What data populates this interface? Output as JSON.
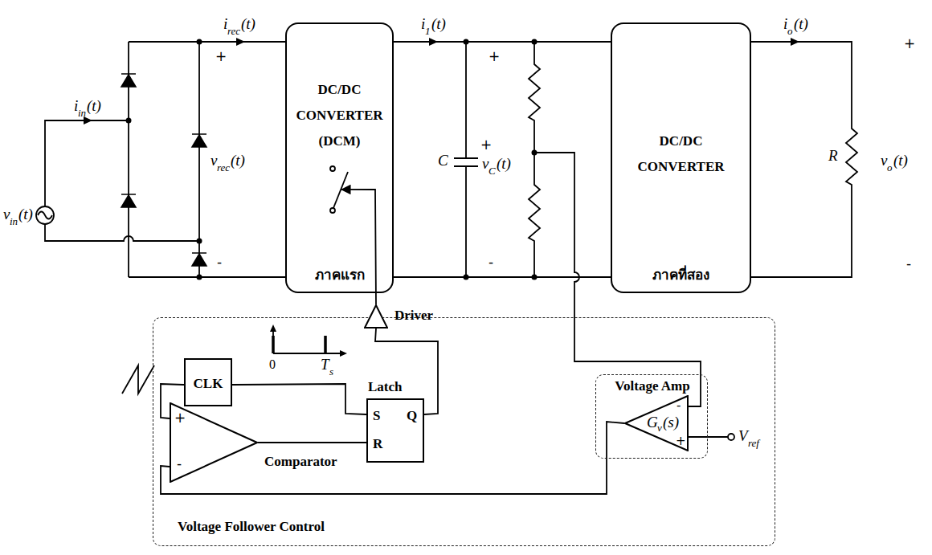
{
  "diagram": {
    "nodes": [
      {
        "text": [
          "DC/DC CONVERTER (DCM)",
          "ภาคแรก"
        ]
      },
      {
        "text": [
          "DC/DC CONVERTER",
          "ภาคที่สอง"
        ]
      },
      {
        "text": [
          "Voltage Follower Control"
        ]
      },
      {
        "text": [
          "CLK"
        ],
        "in": 2
      },
      {
        "text": [
          "Latch",
          "S",
          "Q",
          "R"
        ],
        "in": 2
      },
      {
        "text": [
          "Driver"
        ],
        "in": 2
      },
      {
        "text": [
          "+",
          "-",
          "Comparator"
        ],
        "in": 2
      },
      {
        "text": [
          "Voltage Amp"
        ],
        "in": 2
      },
      {
        "text": [
          "G",
          "v",
          "(s)",
          "-",
          "+"
        ],
        "in": 7
      }
    ],
    "edges": [
      {
        "from": 3,
        "to": 4,
        "arrow": "none"
      },
      {
        "from": 3,
        "to": 6,
        "arrow": "none"
      },
      {
        "from": 6,
        "to": 4,
        "arrow": "none"
      },
      {
        "from": 4,
        "to": 5,
        "arrow": "none"
      },
      {
        "from": 5,
        "to": 0,
        "arrow": "to"
      },
      {
        "from": 8,
        "to": 6,
        "arrow": "none"
      }
    ],
    "labels": [
      "v",
      "in",
      "(t)",
      "i",
      "in",
      "(t)",
      "i",
      "rec",
      "(t)",
      "+",
      "v",
      "rec",
      "(t)",
      "-",
      "i",
      "1",
      "(t)",
      "+",
      "C",
      "+",
      "v",
      "C",
      "(t)",
      "-",
      "i",
      "o",
      "(t)",
      "+",
      "R",
      "v",
      "o",
      "(t)",
      "-",
      "0",
      "T",
      "s",
      "V",
      "ref"
    ]
  }
}
